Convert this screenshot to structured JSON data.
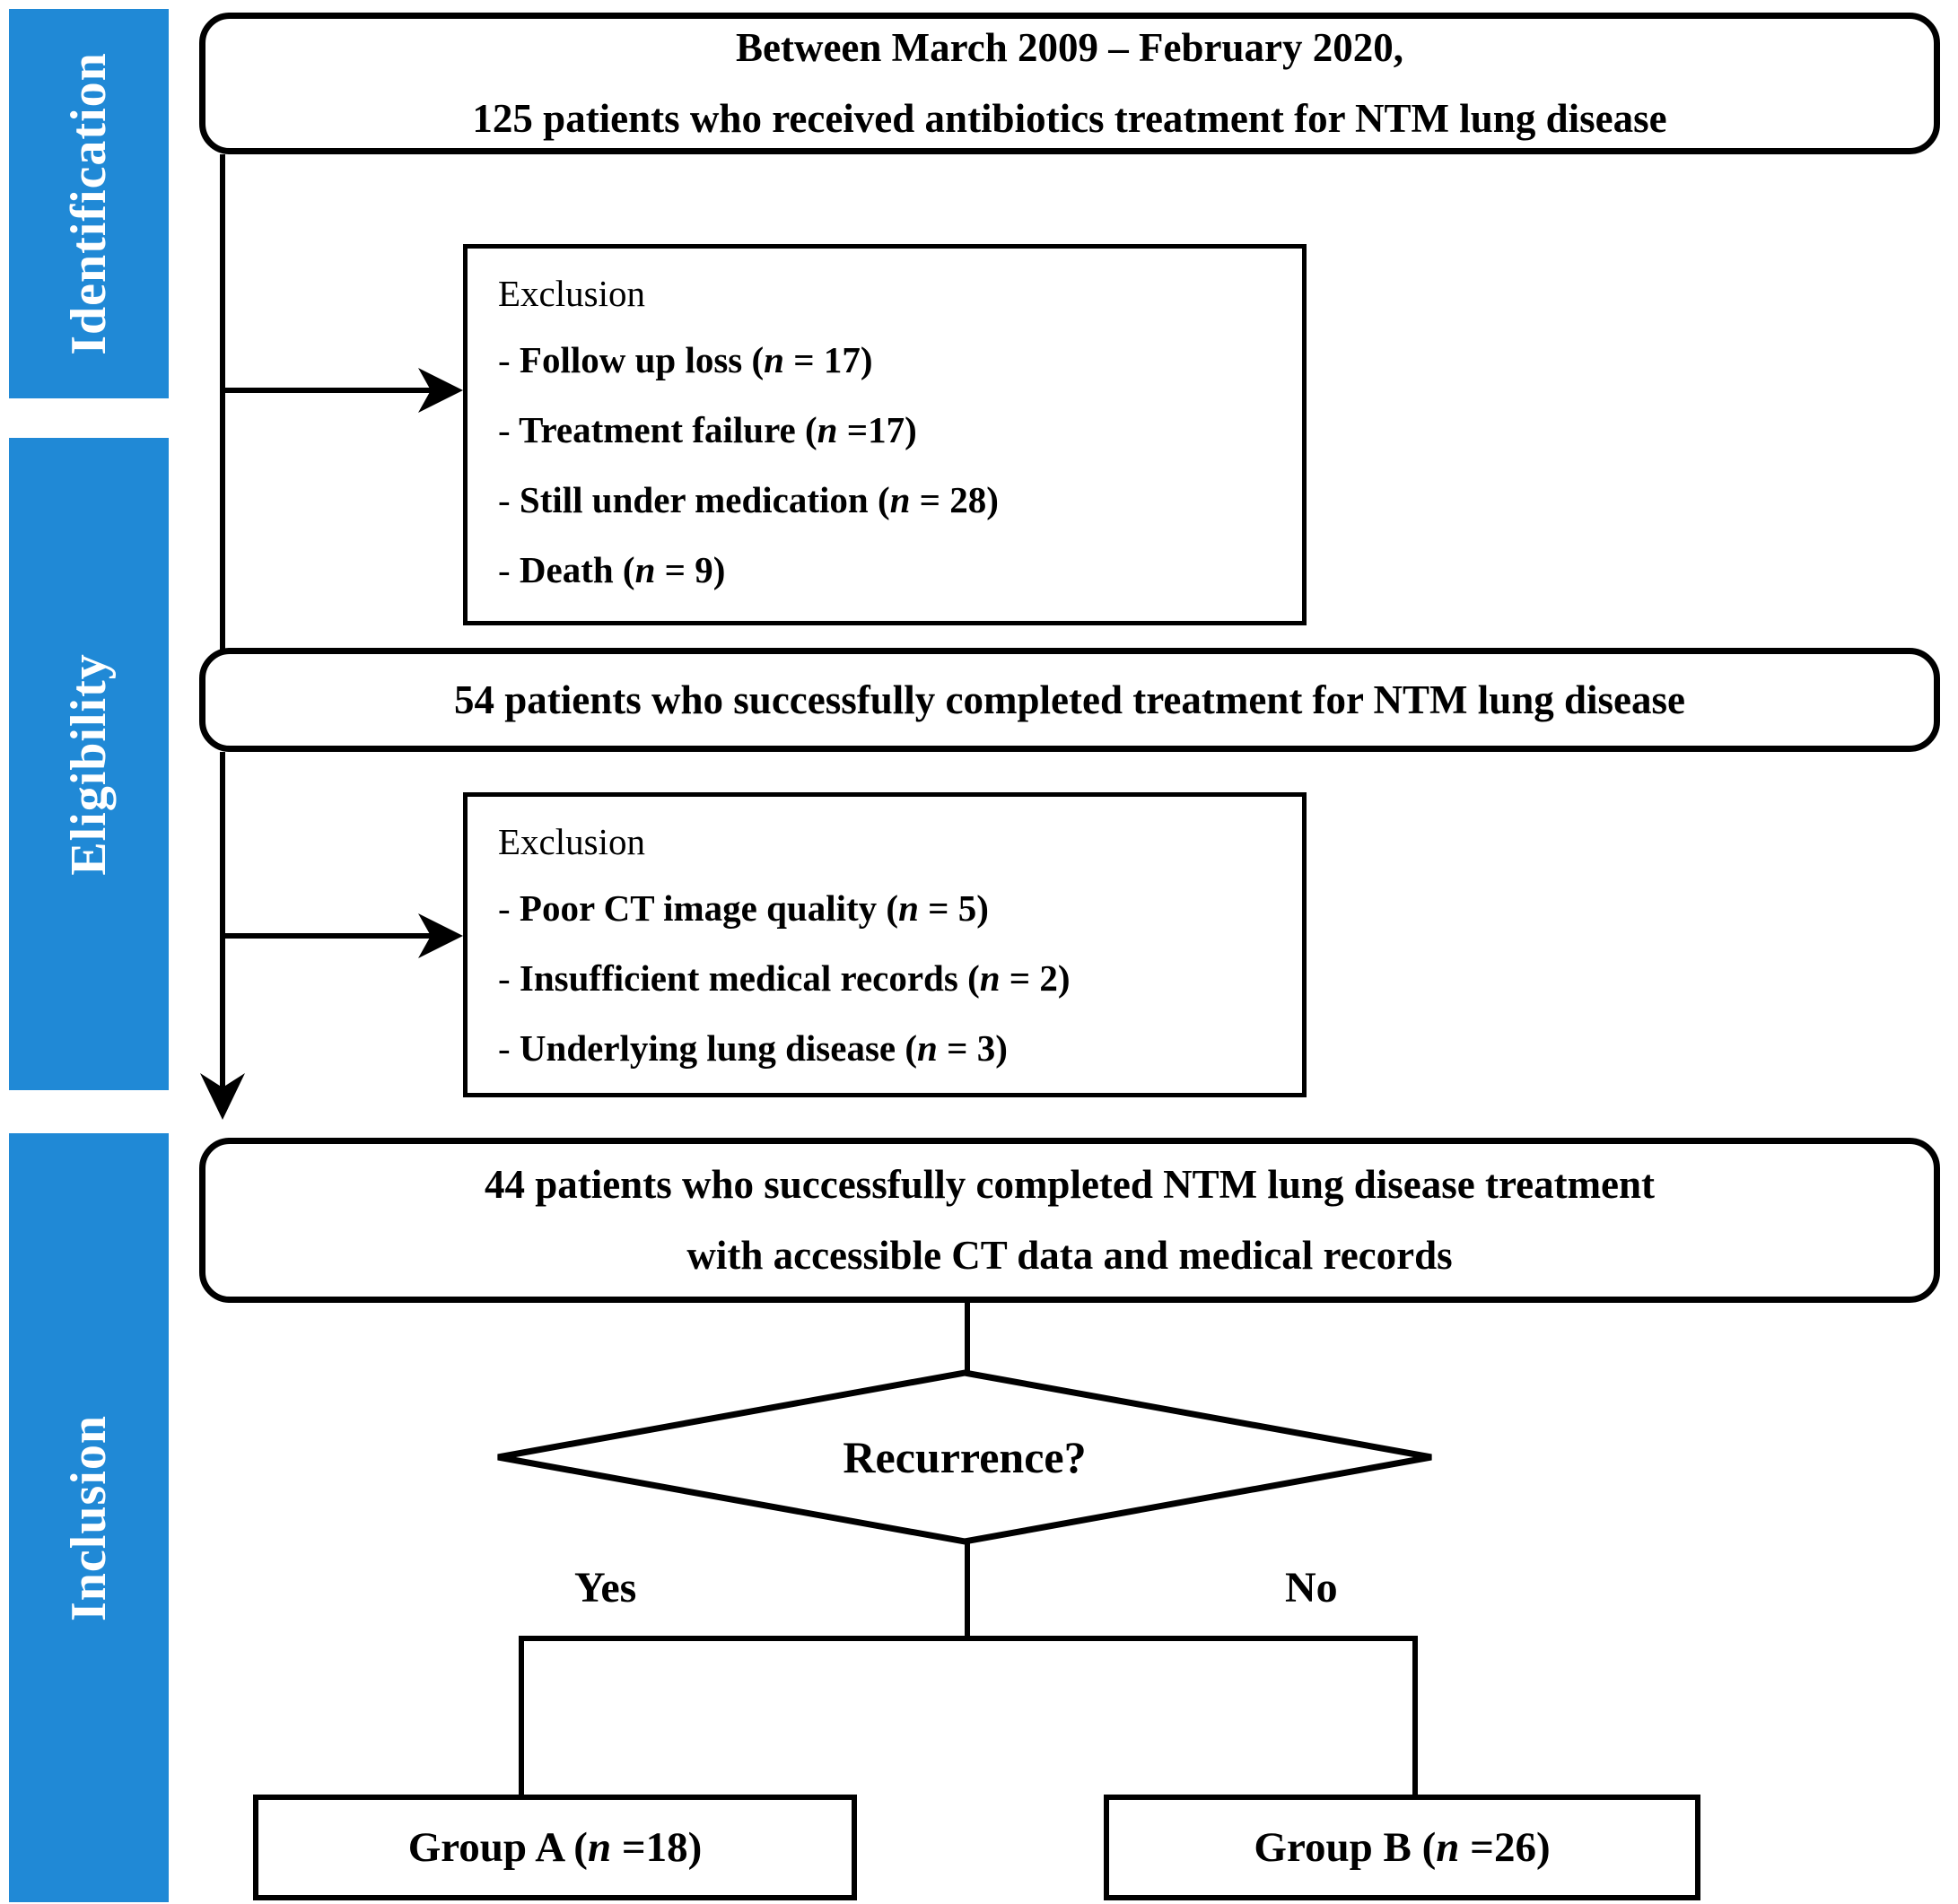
{
  "figure": {
    "type": "flowchart",
    "title": "Patient selection flow diagram for NTM lung disease study",
    "band_color": "#2089d6"
  },
  "stages": [
    {
      "label": "Identification"
    },
    {
      "label": "Eligibility"
    },
    {
      "label": "Inclusion"
    }
  ],
  "nodes": {
    "identification_box": {
      "line1": "Between March 2009 – February 2020,",
      "line2": "125 patients who received antibiotics treatment for NTM lung disease",
      "count": 125
    },
    "exclusion_1": {
      "title": "Exclusion",
      "items": [
        {
          "dash": "-",
          "label": "Follow up loss",
          "n_text": "(n = 17)",
          "n": 17
        },
        {
          "dash": "-",
          "label": "Treatment failure",
          "n_text": "(n =17)",
          "n": 17
        },
        {
          "dash": "-",
          "label": "Still  under medication",
          "n_text": "(n = 28)",
          "n": 28
        },
        {
          "dash": "-",
          "label": "Death",
          "n_text": "(n = 9)",
          "n": 9
        }
      ]
    },
    "eligibility_box": {
      "line1": "54 patients who successfully completed treatment for NTM lung disease",
      "count": 54
    },
    "exclusion_2": {
      "title": "Exclusion",
      "items": [
        {
          "dash": "-",
          "label": "Poor CT image quality",
          "n_text": "(n = 5)",
          "n": 5
        },
        {
          "dash": "-",
          "label": "Insufficient medical records",
          "n_text": "(n = 2)",
          "n": 2
        },
        {
          "dash": "-",
          "label": "Underlying lung disease",
          "n_text": "(n = 3)",
          "n": 3
        }
      ]
    },
    "inclusion_box": {
      "line1": "44 patients who successfully completed NTM lung disease treatment",
      "line2": "with accessible CT data and medical records",
      "count": 44
    },
    "decision": {
      "label": "Recurrence?",
      "yes_label": "Yes",
      "no_label": "No"
    },
    "group_a": {
      "label": "Group A (n =18)",
      "name": "Group A",
      "n": 18
    },
    "group_b": {
      "label": "Group B (n =26)",
      "name": "Group B",
      "n": 26
    }
  }
}
